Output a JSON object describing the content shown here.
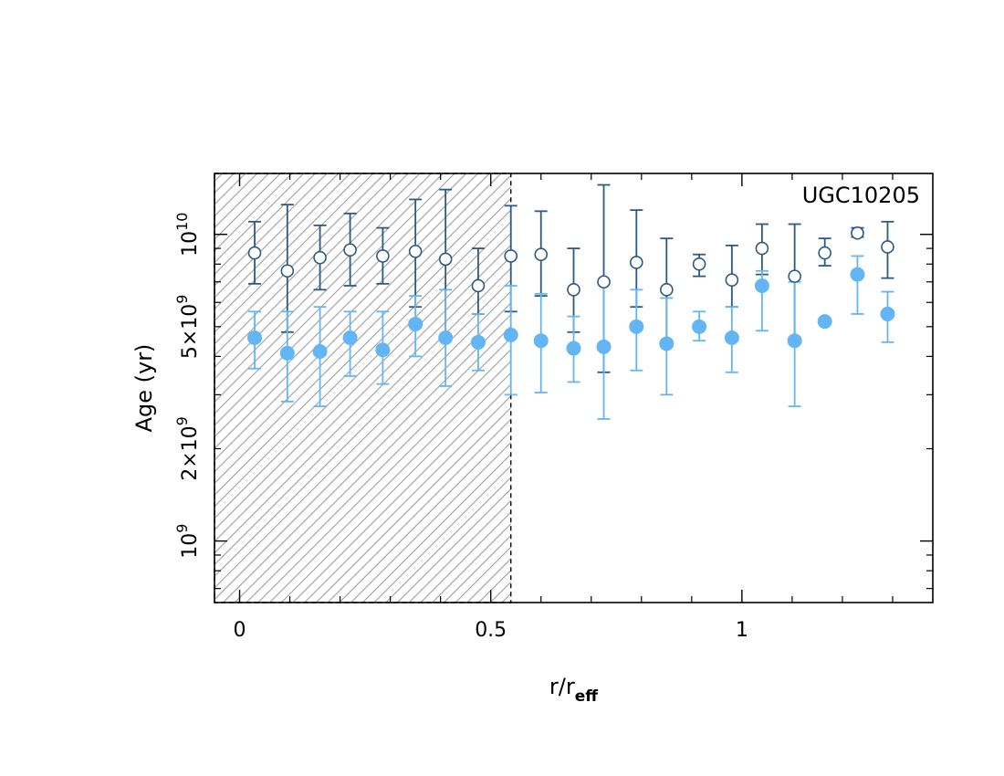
{
  "chart_data": {
    "type": "scatter",
    "title": "",
    "annotation": "UGC10205",
    "xlabel": {
      "base": "r/r",
      "sub": "eff"
    },
    "ylabel": "Age (yr)",
    "xlim": [
      -0.05,
      1.38
    ],
    "ylim": [
      630000000,
      15800000000
    ],
    "yscale": "log",
    "x_ticks": [
      {
        "value": 0,
        "label": "0"
      },
      {
        "value": 0.5,
        "label": "0.5"
      },
      {
        "value": 1,
        "label": "1"
      }
    ],
    "y_ticks": [
      {
        "value": 1000000000,
        "label": "10",
        "sup": "9"
      },
      {
        "value": 2000000000,
        "label": "2×10",
        "sup": "9"
      },
      {
        "value": 5000000000,
        "label": "5×10",
        "sup": "9"
      },
      {
        "value": 10000000000,
        "label": "10",
        "sup": "10"
      }
    ],
    "shaded_region": {
      "x": [
        -0.05,
        0.54
      ],
      "pattern": "hatched"
    },
    "colors": {
      "dark": "#2c5a80",
      "light": "#64b5f6",
      "hatch": "#9e9e9e"
    },
    "series": [
      {
        "style": "open",
        "color": "#2c5a80",
        "x": [
          0.03,
          0.095,
          0.16,
          0.22,
          0.285,
          0.35,
          0.41,
          0.475,
          0.54,
          0.6,
          0.665,
          0.725,
          0.79,
          0.85,
          0.915,
          0.98,
          1.04,
          1.105,
          1.165,
          1.23,
          1.29
        ],
        "y": [
          8700000000.0,
          7600000000.0,
          8400000000.0,
          8900000000.0,
          8500000000.0,
          8800000000.0,
          8300000000.0,
          6800000000.0,
          8500000000.0,
          8600000000.0,
          6600000000.0,
          7000000000.0,
          8100000000.0,
          6600000000.0,
          8000000000.0,
          7100000000.0,
          9000000000.0,
          7300000000.0,
          8700000000.0,
          10100000000.0,
          9100000000.0
        ],
        "err_low": [
          6900000000.0,
          4800000000.0,
          6600000000.0,
          6800000000.0,
          6900000000.0,
          5800000000.0,
          4600000000.0,
          5500000000.0,
          5600000000.0,
          6300000000.0,
          4800000000.0,
          3550000000.0,
          5800000000.0,
          4500000000.0,
          7300000000.0,
          5800000000.0,
          7400000000.0,
          4600000000.0,
          7900000000.0,
          9800000000.0,
          7200000000.0
        ],
        "err_high": [
          11000000000.0,
          12500000000.0,
          10700000000.0,
          11700000000.0,
          10500000000.0,
          13000000000.0,
          14000000000.0,
          9000000000.0,
          12400000000.0,
          11900000000.0,
          9000000000.0,
          14500000000.0,
          12000000000.0,
          9700000000.0,
          8600000000.0,
          9200000000.0,
          10800000000.0,
          10800000000.0,
          9700000000.0,
          10500000000.0,
          11000000000.0
        ]
      },
      {
        "style": "filled",
        "color": "#64b5f6",
        "x": [
          0.03,
          0.095,
          0.16,
          0.22,
          0.285,
          0.35,
          0.41,
          0.475,
          0.54,
          0.6,
          0.665,
          0.725,
          0.79,
          0.85,
          0.915,
          0.98,
          1.04,
          1.105,
          1.165,
          1.23,
          1.29
        ],
        "y": [
          4600000000.0,
          4100000000.0,
          4150000000.0,
          4600000000.0,
          4200000000.0,
          5100000000.0,
          4600000000.0,
          4450000000.0,
          4700000000.0,
          4500000000.0,
          4250000000.0,
          4300000000.0,
          5000000000.0,
          4400000000.0,
          5000000000.0,
          4600000000.0,
          6800000000.0,
          4500000000.0,
          5200000000.0,
          7400000000.0,
          5500000000.0
        ],
        "err_low": [
          3650000000.0,
          2850000000.0,
          2750000000.0,
          3450000000.0,
          3250000000.0,
          4000000000.0,
          3200000000.0,
          3600000000.0,
          3000000000.0,
          3050000000.0,
          3300000000.0,
          2500000000.0,
          3600000000.0,
          3000000000.0,
          4500000000.0,
          3550000000.0,
          4850000000.0,
          2750000000.0,
          5200000000.0,
          5500000000.0,
          4450000000.0
        ],
        "err_high": [
          5600000000.0,
          5600000000.0,
          5800000000.0,
          5600000000.0,
          5600000000.0,
          6300000000.0,
          6600000000.0,
          5500000000.0,
          6800000000.0,
          6400000000.0,
          5400000000.0,
          6900000000.0,
          6600000000.0,
          6200000000.0,
          5600000000.0,
          5800000000.0,
          7600000000.0,
          7000000000.0,
          5200000000.0,
          8500000000.0,
          6500000000.0
        ]
      }
    ]
  }
}
